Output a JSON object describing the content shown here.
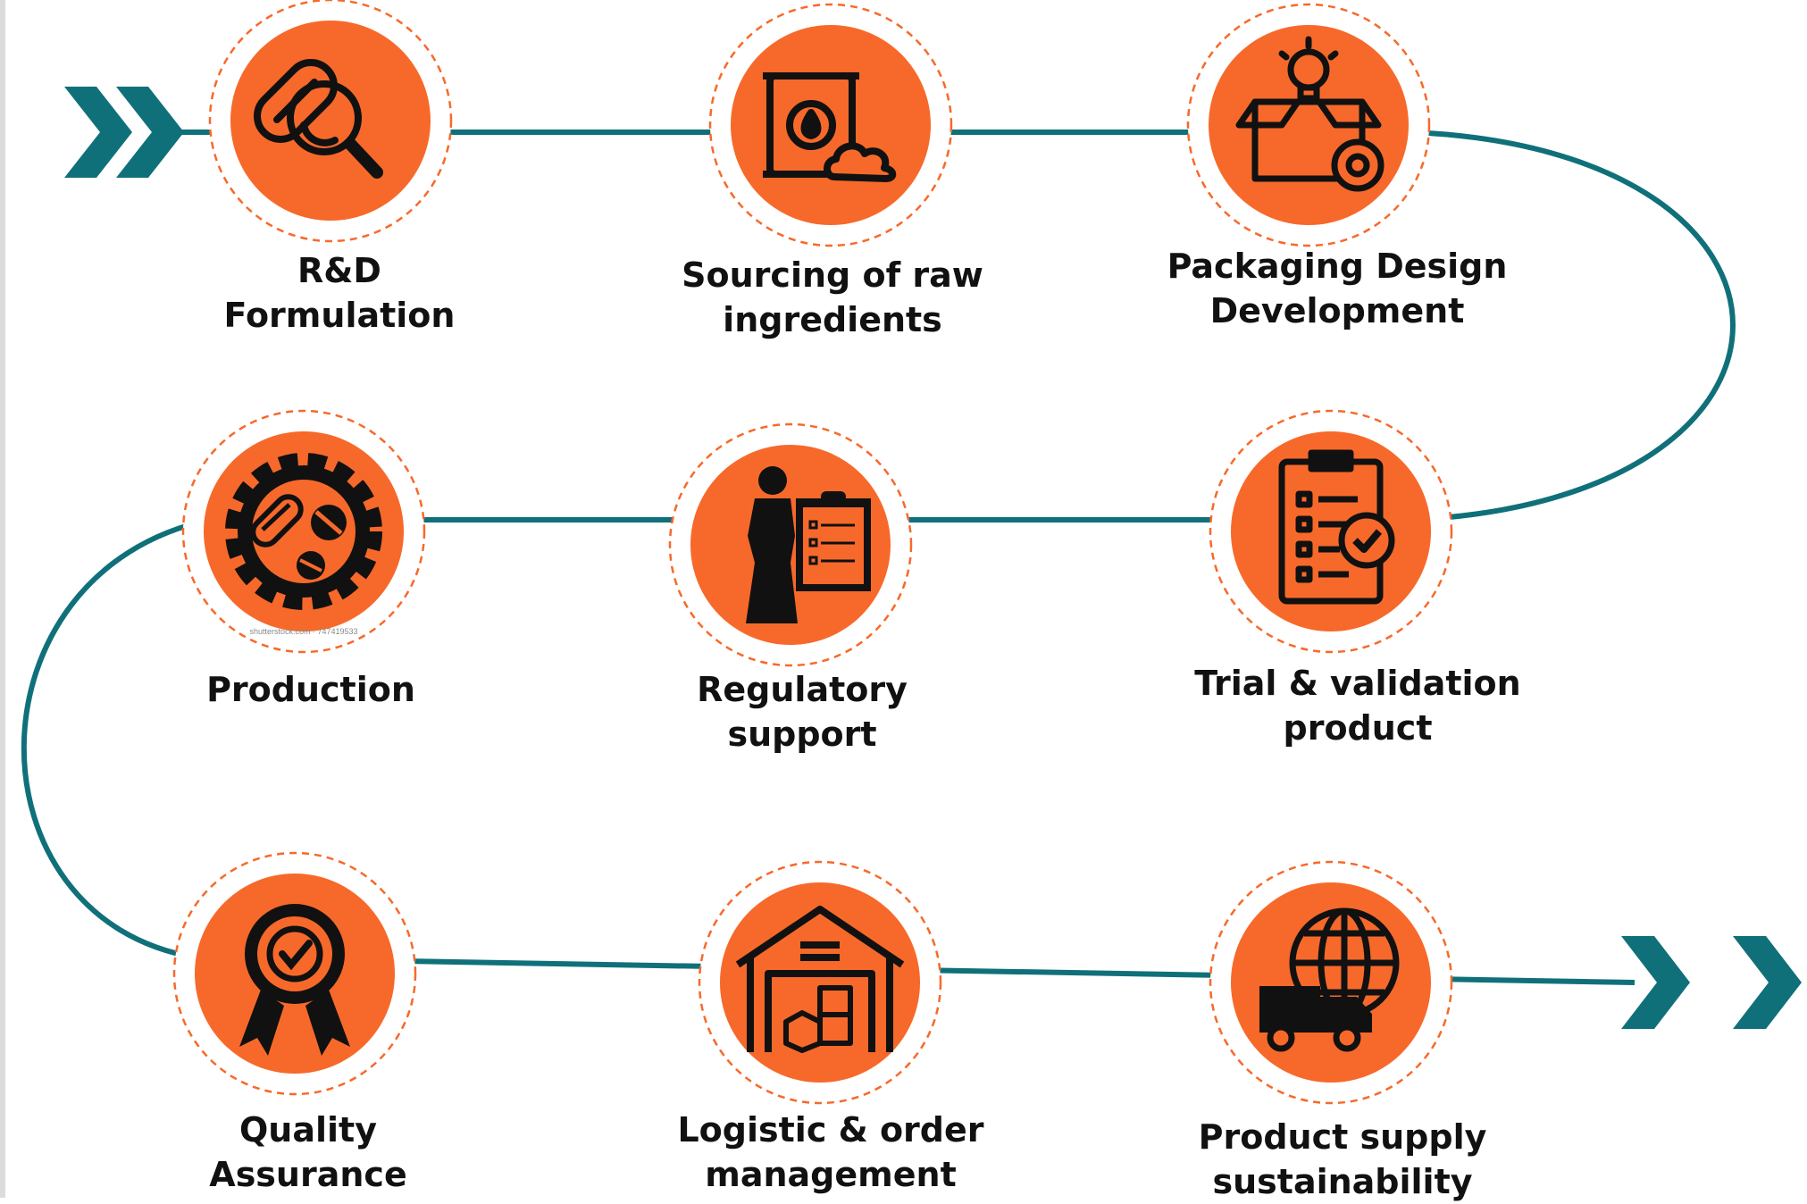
{
  "colors": {
    "accent": "#f7692a",
    "path": "#10707a",
    "ring": "#f7692a",
    "icon": "#111111",
    "text": "#111111"
  },
  "steps": [
    {
      "id": "rd",
      "icon": "capsule-magnifier-icon",
      "label": [
        "R&D",
        "Formulation"
      ]
    },
    {
      "id": "sourcing",
      "icon": "barrel-cloud-icon",
      "label": [
        "Sourcing of raw",
        "ingredients"
      ]
    },
    {
      "id": "packaging",
      "icon": "box-bulb-gear-icon",
      "label": [
        "Packaging Design",
        "Development"
      ]
    },
    {
      "id": "trial",
      "icon": "clipboard-check-icon",
      "label": [
        "Trial & validation",
        "product"
      ]
    },
    {
      "id": "regulatory",
      "icon": "person-clipboard-icon",
      "label": [
        "Regulatory",
        "support"
      ]
    },
    {
      "id": "production",
      "icon": "gear-pills-icon",
      "label": [
        "Production"
      ]
    },
    {
      "id": "quality",
      "icon": "award-badge-icon",
      "label": [
        "Quality",
        "Assurance"
      ]
    },
    {
      "id": "logistic",
      "icon": "warehouse-boxes-icon",
      "label": [
        "Logistic & order",
        "management"
      ]
    },
    {
      "id": "supply",
      "icon": "globe-truck-icon",
      "label": [
        "Product supply",
        "sustainability"
      ]
    }
  ],
  "watermark": "shutterstock.com · 747419533"
}
